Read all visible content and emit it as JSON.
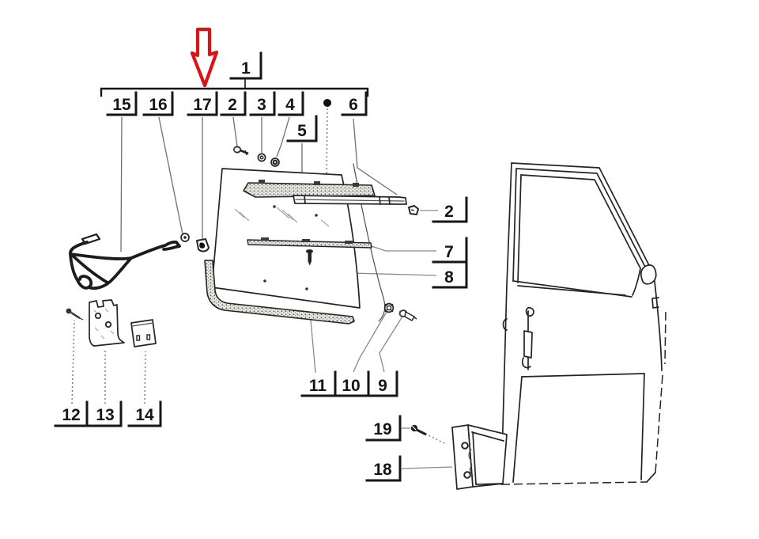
{
  "diagram": {
    "kind": "exploded-parts-diagram",
    "subject": "vehicle door window glass and channel assembly",
    "background_color": "#ffffff",
    "line_color": "#242424",
    "leader_color": "#8a8a8a",
    "highlight_arrow": {
      "color": "#d81414",
      "points_to_part": "17"
    },
    "parts": {
      "p1": "1",
      "p2": "2",
      "p3": "3",
      "p4": "4",
      "p5": "5",
      "p6": "6",
      "p7": "7",
      "p8": "8",
      "p9": "9",
      "p10": "10",
      "p11": "11",
      "p12": "12",
      "p13": "13",
      "p14": "14",
      "p15": "15",
      "p16": "16",
      "p17": "17",
      "p18": "18",
      "p19": "19"
    }
  }
}
